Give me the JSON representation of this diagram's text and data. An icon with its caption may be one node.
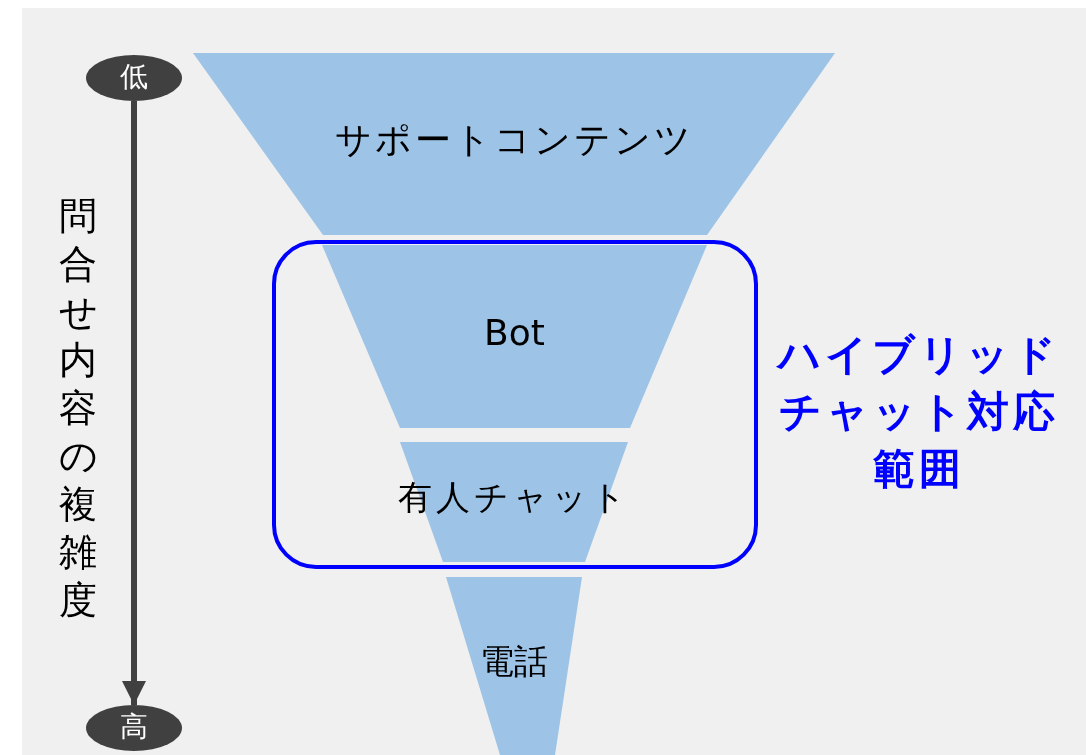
{
  "diagram": {
    "nodes": [
      {
        "text": [
          "低"
        ]
      },
      {
        "text": [
          "高"
        ]
      },
      {
        "text": [
          "サポートコンテンツ"
        ]
      },
      {
        "text": [
          "ハイブリッドチャット対応範囲"
        ]
      },
      {
        "text": [
          "Bot"
        ],
        "in": 3
      },
      {
        "text": [
          "有人チャット"
        ],
        "in": 3
      },
      {
        "text": [
          "電話"
        ]
      }
    ],
    "edges": [
      {
        "from": 0,
        "to": 1,
        "arrow": "to",
        "label": "問合せ内容の複雑度"
      }
    ]
  }
}
